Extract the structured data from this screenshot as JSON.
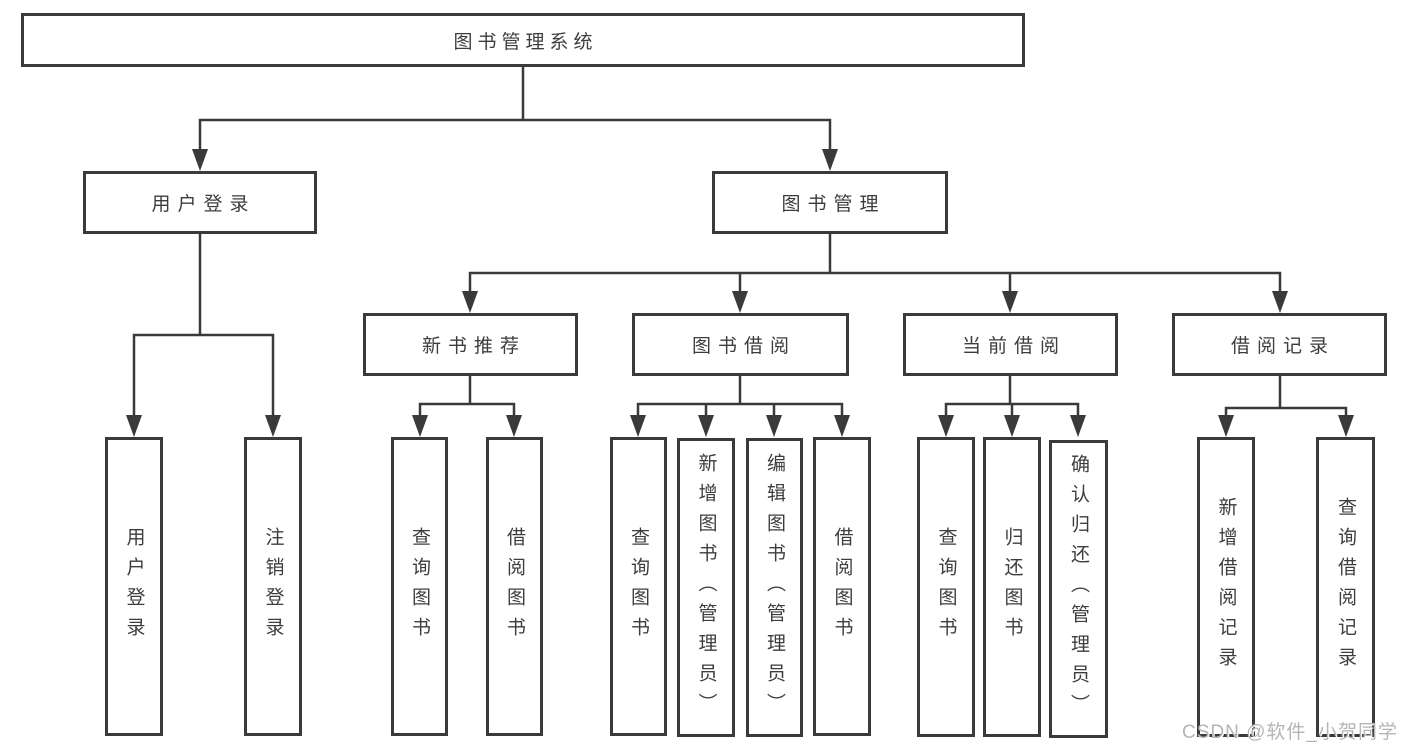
{
  "diagram": {
    "type": "hierarchy-tree",
    "root": {
      "label": "图书管理系统"
    },
    "level2": [
      {
        "id": "user-login",
        "label": "用户登录"
      },
      {
        "id": "book-management",
        "label": "图书管理"
      }
    ],
    "level3": [
      {
        "id": "new-book-recommend",
        "parent": "book-management",
        "label": "新书推荐"
      },
      {
        "id": "book-borrow",
        "parent": "book-management",
        "label": "图书借阅"
      },
      {
        "id": "current-borrow",
        "parent": "book-management",
        "label": "当前借阅"
      },
      {
        "id": "borrow-records",
        "parent": "book-management",
        "label": "借阅记录"
      }
    ],
    "leaves": [
      {
        "parent": "user-login",
        "label": "用户登录"
      },
      {
        "parent": "user-login",
        "label": "注销登录"
      },
      {
        "parent": "new-book-recommend",
        "label": "查询图书"
      },
      {
        "parent": "new-book-recommend",
        "label": "借阅图书"
      },
      {
        "parent": "book-borrow",
        "label": "查询图书"
      },
      {
        "parent": "book-borrow",
        "label": "新增图书（管理员）"
      },
      {
        "parent": "book-borrow",
        "label": "编辑图书（管理员）"
      },
      {
        "parent": "book-borrow",
        "label": "借阅图书"
      },
      {
        "parent": "current-borrow",
        "label": "查询图书"
      },
      {
        "parent": "current-borrow",
        "label": "归还图书"
      },
      {
        "parent": "current-borrow",
        "label": "确认归还（管理员）"
      },
      {
        "parent": "borrow-records",
        "label": "新增借阅记录"
      },
      {
        "parent": "borrow-records",
        "label": "查询借阅记录"
      }
    ]
  },
  "watermark": {
    "text": "CSDN @软件_小贺同学"
  },
  "colors": {
    "line": "#3a3a3a",
    "border": "#3a3a3a",
    "text": "#3d3d3d",
    "watermark": "#b5b5b5",
    "background": "#ffffff"
  }
}
